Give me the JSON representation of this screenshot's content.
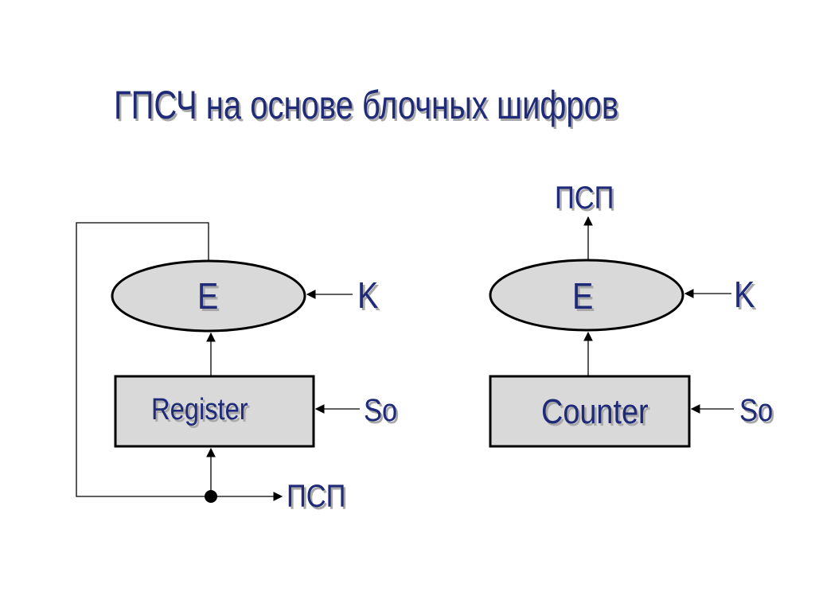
{
  "title": "ГПСЧ на основе блочных шифров",
  "left_scheme": {
    "cipher_label": "E",
    "key_label": "K",
    "block_label": "Register",
    "seed_label": "So",
    "output_label": "ПСП"
  },
  "right_scheme": {
    "cipher_label": "E",
    "key_label": "K",
    "block_label": "Counter",
    "seed_label": "So",
    "output_label": "ПСП"
  },
  "colors": {
    "text": "#1f2a78",
    "shadow": "#a9a9a9",
    "fill": "#d9d9d9",
    "stroke": "#000000"
  }
}
